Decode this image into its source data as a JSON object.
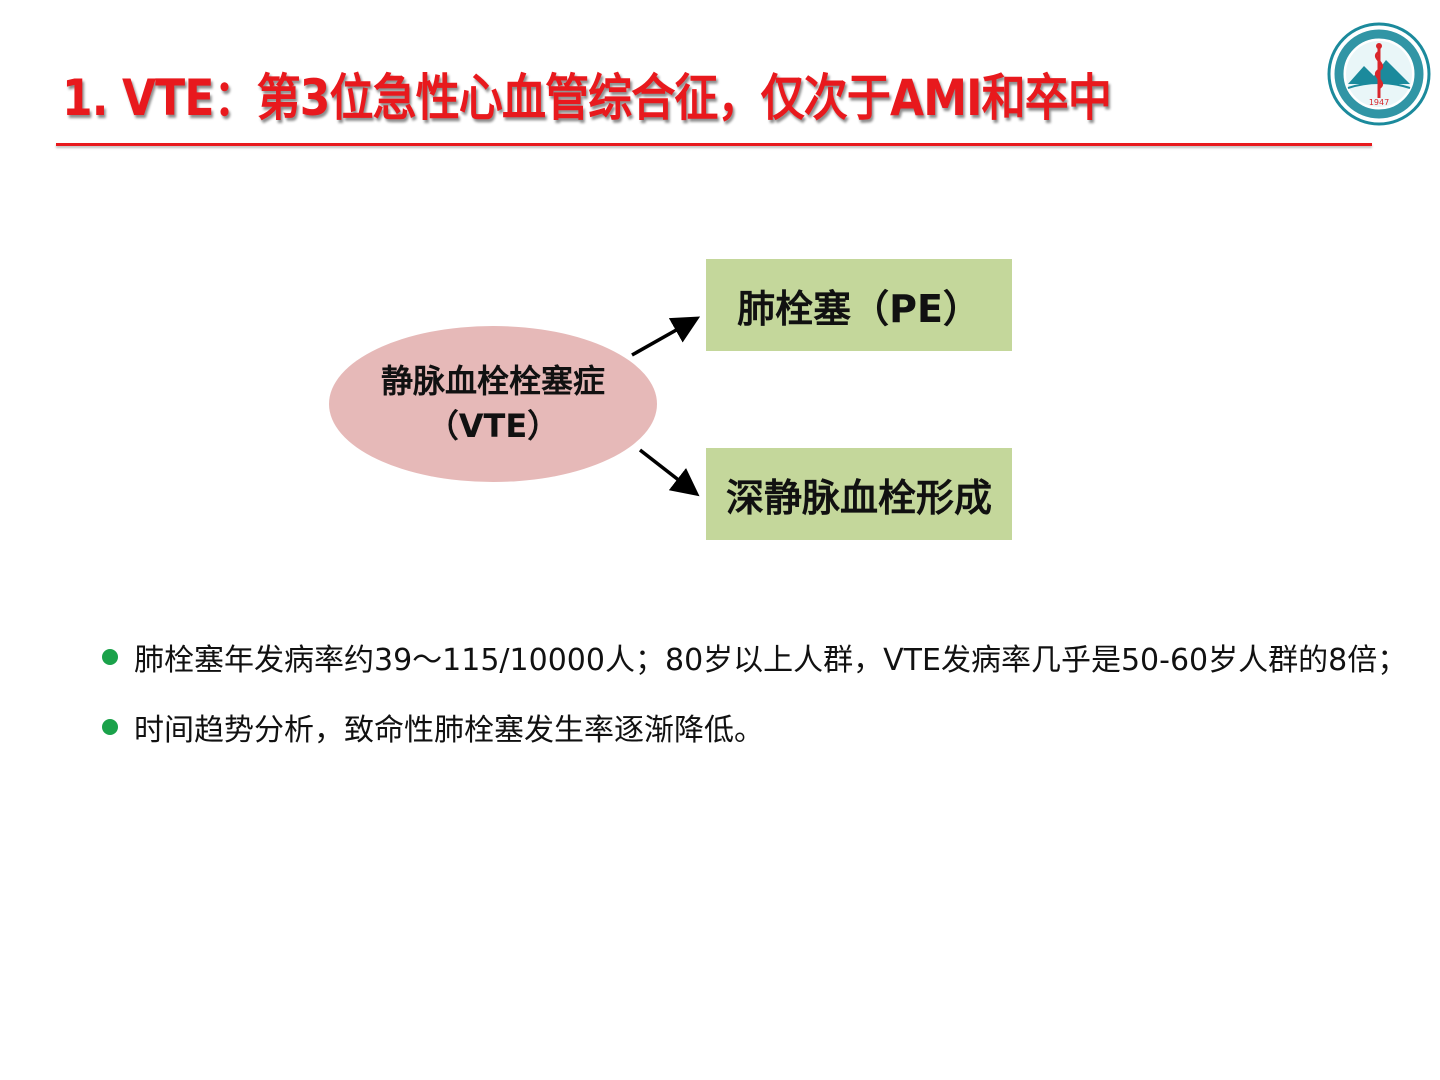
{
  "title": "1. VTE：第3位急性心血管综合征，仅次于AMI和卒中",
  "colors": {
    "title_red": "#e8191d",
    "ellipse_pink": "#e6b9b8",
    "box_green": "#c4d79b",
    "bullet_green": "#1aa24a",
    "logo_teal": "#1b8a9c"
  },
  "logo": {
    "icon": "hospital-seal-icon",
    "year": "1947"
  },
  "diagram": {
    "source": {
      "line1": "静脉血栓栓塞症",
      "line2": "（VTE）"
    },
    "targets": [
      {
        "label": "肺栓塞（PE）"
      },
      {
        "label": "深静脉血栓形成"
      }
    ]
  },
  "bullets": [
    "肺栓塞年发病率约39～115/10000人；80岁以上人群，VTE发病率几乎是50-60岁人群的8倍；",
    "时间趋势分析，致命性肺栓塞发生率逐渐降低。"
  ]
}
